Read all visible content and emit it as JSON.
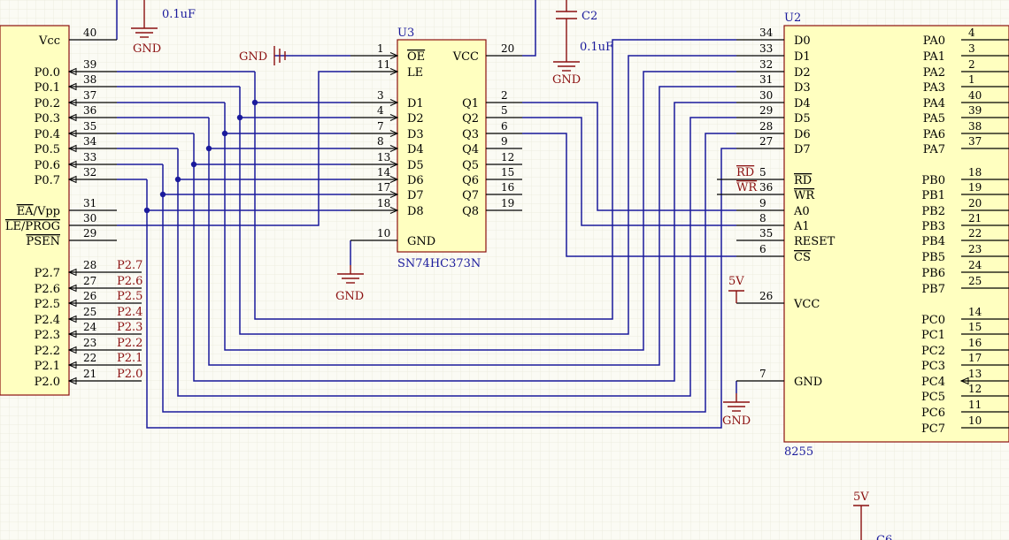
{
  "colors": {
    "background": "#fbfbf4",
    "grid": "#e8e8dc",
    "wire": "#1a1a9c",
    "component_fill": "#ffffc0",
    "component_stroke": "#8b1010",
    "net_label": "#8b1010",
    "pin_text": "#000000"
  },
  "mcu": {
    "pins_top": [
      {
        "label": "Vcc",
        "number": "40"
      }
    ],
    "pins_p0": [
      {
        "label": "P0.0",
        "number": "39"
      },
      {
        "label": "P0.1",
        "number": "38"
      },
      {
        "label": "P0.2",
        "number": "37"
      },
      {
        "label": "P0.3",
        "number": "36"
      },
      {
        "label": "P0.4",
        "number": "35"
      },
      {
        "label": "P0.5",
        "number": "34"
      },
      {
        "label": "P0.6",
        "number": "33"
      },
      {
        "label": "P0.7",
        "number": "32"
      }
    ],
    "pins_ctrl": [
      {
        "label": "EA/Vpp",
        "number": "31"
      },
      {
        "label": "LE/PROG",
        "number": "30"
      },
      {
        "label": "PSEN",
        "number": "29"
      }
    ],
    "pins_p2": [
      {
        "label": "P2.7",
        "number": "28",
        "net": "P2.7"
      },
      {
        "label": "P2.6",
        "number": "27",
        "net": "P2.6"
      },
      {
        "label": "P2.5",
        "number": "26",
        "net": "P2.5"
      },
      {
        "label": "P2.4",
        "number": "25",
        "net": "P2.4"
      },
      {
        "label": "P2.3",
        "number": "24",
        "net": "P2.3"
      },
      {
        "label": "P2.2",
        "number": "23",
        "net": "P2.2"
      },
      {
        "label": "P2.1",
        "number": "22",
        "net": "P2.1"
      },
      {
        "label": "P2.0",
        "number": "21",
        "net": "P2.0"
      }
    ]
  },
  "u3": {
    "ref": "U3",
    "part": "SN74HC373N",
    "left_pins": [
      {
        "label": "OE",
        "number": "1"
      },
      {
        "label": "LE",
        "number": "11"
      },
      {
        "label": "D1",
        "number": "3"
      },
      {
        "label": "D2",
        "number": "4"
      },
      {
        "label": "D3",
        "number": "7"
      },
      {
        "label": "D4",
        "number": "8"
      },
      {
        "label": "D5",
        "number": "13"
      },
      {
        "label": "D6",
        "number": "14"
      },
      {
        "label": "D7",
        "number": "17"
      },
      {
        "label": "D8",
        "number": "18"
      },
      {
        "label": "GND",
        "number": "10"
      }
    ],
    "right_pins": [
      {
        "label": "VCC",
        "number": "20"
      },
      {
        "label": "Q1",
        "number": "2"
      },
      {
        "label": "Q2",
        "number": "5"
      },
      {
        "label": "Q3",
        "number": "6"
      },
      {
        "label": "Q4",
        "number": "9"
      },
      {
        "label": "Q5",
        "number": "12"
      },
      {
        "label": "Q6",
        "number": "15"
      },
      {
        "label": "Q7",
        "number": "16"
      },
      {
        "label": "Q8",
        "number": "19"
      }
    ]
  },
  "u2": {
    "ref": "U2",
    "part": "8255",
    "left_pins": [
      {
        "label": "D0",
        "number": "34"
      },
      {
        "label": "D1",
        "number": "33"
      },
      {
        "label": "D2",
        "number": "32"
      },
      {
        "label": "D3",
        "number": "31"
      },
      {
        "label": "D4",
        "number": "30"
      },
      {
        "label": "D5",
        "number": "29"
      },
      {
        "label": "D6",
        "number": "28"
      },
      {
        "label": "D7",
        "number": "27"
      },
      {
        "label": "RD",
        "number": "5",
        "net": "RD"
      },
      {
        "label": "WR",
        "number": "36",
        "net": "WR"
      },
      {
        "label": "A0",
        "number": "9"
      },
      {
        "label": "A1",
        "number": "8"
      },
      {
        "label": "RESET",
        "number": "35"
      },
      {
        "label": "CS",
        "number": "6"
      },
      {
        "label": "VCC",
        "number": "26"
      },
      {
        "label": "GND",
        "number": "7"
      }
    ],
    "right_pins": [
      {
        "label": "PA0",
        "number": "4"
      },
      {
        "label": "PA1",
        "number": "3"
      },
      {
        "label": "PA2",
        "number": "2"
      },
      {
        "label": "PA3",
        "number": "1"
      },
      {
        "label": "PA4",
        "number": "40"
      },
      {
        "label": "PA5",
        "number": "39"
      },
      {
        "label": "PA6",
        "number": "38"
      },
      {
        "label": "PA7",
        "number": "37"
      },
      {
        "label": "PB0",
        "number": "18"
      },
      {
        "label": "PB1",
        "number": "19"
      },
      {
        "label": "PB2",
        "number": "20"
      },
      {
        "label": "PB3",
        "number": "21"
      },
      {
        "label": "PB4",
        "number": "22"
      },
      {
        "label": "PB5",
        "number": "23"
      },
      {
        "label": "PB6",
        "number": "24"
      },
      {
        "label": "PB7",
        "number": "25"
      },
      {
        "label": "PC0",
        "number": "14"
      },
      {
        "label": "PC1",
        "number": "15"
      },
      {
        "label": "PC2",
        "number": "16"
      },
      {
        "label": "PC3",
        "number": "17"
      },
      {
        "label": "PC4",
        "number": "13"
      },
      {
        "label": "PC5",
        "number": "12"
      },
      {
        "label": "PC6",
        "number": "11"
      },
      {
        "label": "PC7",
        "number": "10"
      }
    ]
  },
  "labels": {
    "gnd": "GND",
    "five_v": "5V",
    "cap_c2": "C2",
    "cap_value": "0.1uF",
    "c6_partial": "C6"
  }
}
